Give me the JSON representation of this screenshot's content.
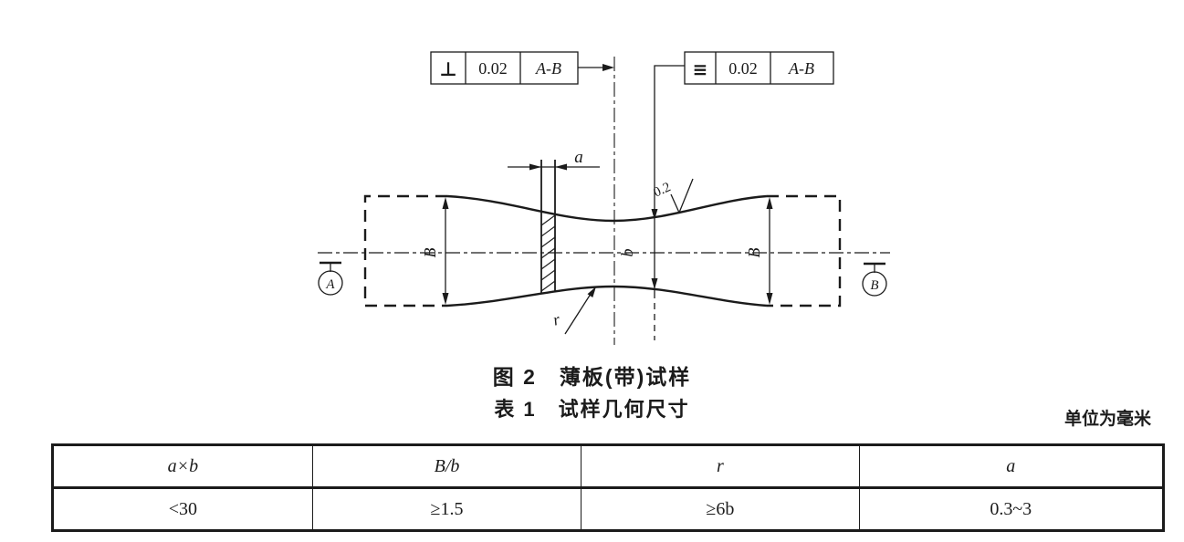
{
  "figure": {
    "caption": "图 2　薄板(带)试样",
    "tolerance_frames": [
      {
        "name": "perpendicularity",
        "symbol": "⊥",
        "tolerance": "0.02",
        "datum": "A-B"
      },
      {
        "name": "symmetry",
        "symbol": "≡",
        "tolerance": "0.02",
        "datum": "A-B"
      }
    ],
    "labels": {
      "thickness": "a",
      "grip_width_left": "B",
      "grip_width_right": "B",
      "neck_width": "b",
      "fillet_radius": "r",
      "surface_roughness": "0.2",
      "datum_left": "A",
      "datum_right": "B"
    }
  },
  "table": {
    "title": "表 1　试样几何尺寸",
    "unit_note": "单位为毫米",
    "columns": [
      "a×b",
      "B/b",
      "r",
      "a"
    ],
    "rows": [
      [
        "<30",
        "≥1.5",
        "≥6b",
        "0.3~3"
      ]
    ]
  }
}
